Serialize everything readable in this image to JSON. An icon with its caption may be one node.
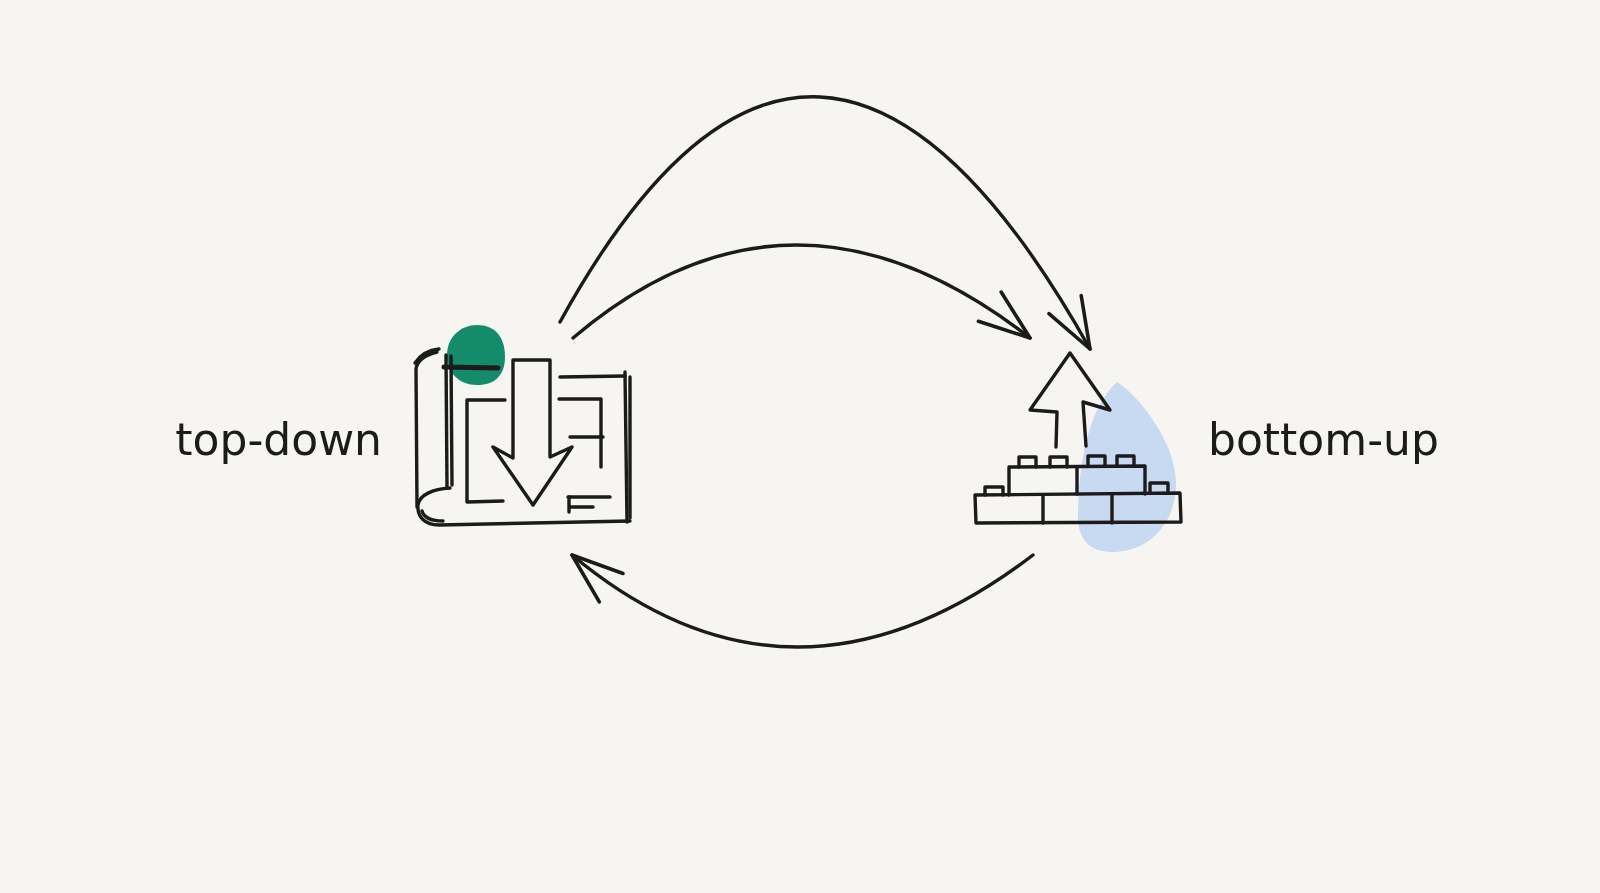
{
  "diagram": {
    "nodes": [
      {
        "text": [],
        "shape": "picture",
        "beside": [
          "top-down"
        ]
      },
      {
        "text": [],
        "shape": "picture",
        "beside": [
          "bottom-up"
        ]
      }
    ],
    "edges": [
      {
        "from": 0,
        "to": 1,
        "arrow": "to"
      },
      {
        "from": 0,
        "to": 1,
        "arrow": "to"
      },
      {
        "from": 1,
        "to": 0,
        "arrow": "to"
      }
    ]
  }
}
